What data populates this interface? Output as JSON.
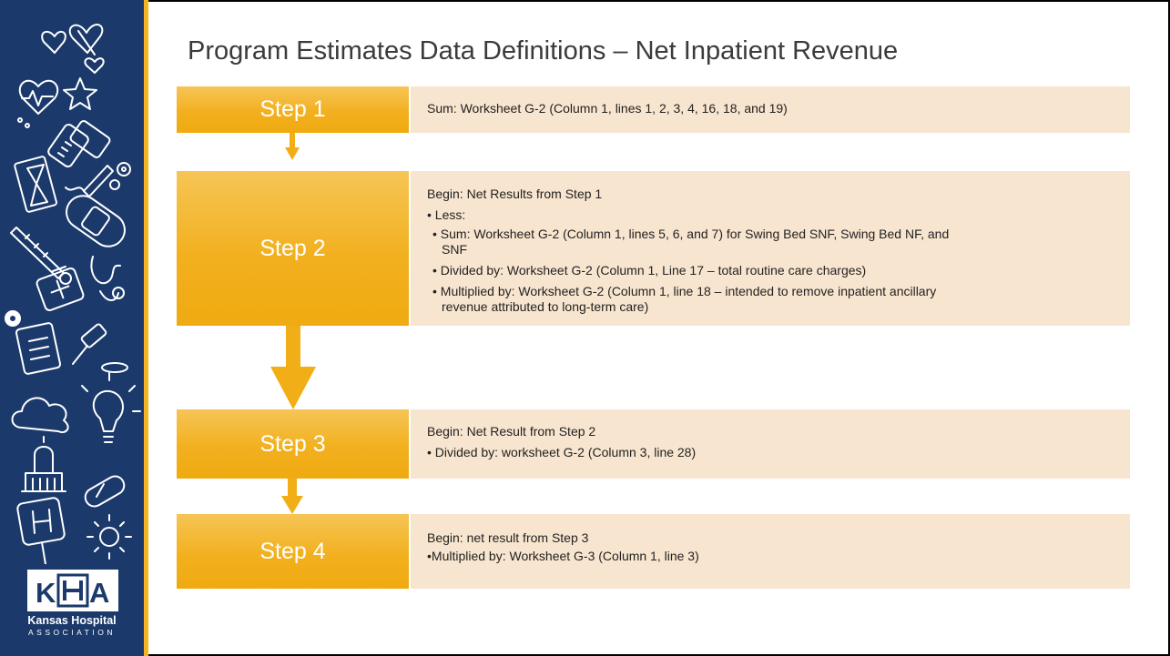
{
  "title": "Program Estimates Data Definitions – Net Inpatient Revenue",
  "organization": {
    "logo_letters": "KHA",
    "name": "Kansas Hospital",
    "subname": "ASSOCIATION"
  },
  "colors": {
    "sidebar_navy": "#1b3a6b",
    "accent_gold": "#f3b622",
    "step_gold": "#f2b01f",
    "description_bg": "#f8e5cf"
  },
  "steps": [
    {
      "label": "Step 1",
      "lines": [
        "Sum:  Worksheet G-2 (Column 1, lines 1, 2, 3, 4, 16, 18, and 19)"
      ]
    },
    {
      "label": "Step 2",
      "lines": [
        "Begin:  Net Results from Step 1",
        "• Less:",
        "• Sum: Worksheet G-2 (Column 1, lines 5, 6, and 7) for Swing Bed SNF, Swing Bed NF, and",
        "SNF",
        "• Divided by:  Worksheet G-2 (Column 1, Line 17 – total routine care charges)",
        "• Multiplied by:  Worksheet G-2 (Column 1, line 18 – intended to remove inpatient ancillary",
        "revenue attributed to long-term care)"
      ]
    },
    {
      "label": "Step 3",
      "lines": [
        "Begin:  Net Result from Step 2",
        "• Divided by:  worksheet G-2 (Column 3, line 28)"
      ]
    },
    {
      "label": "Step 4",
      "lines": [
        "Begin:  net result from Step 3",
        "•Multiplied by:  Worksheet G-3 (Column 1, line 3)"
      ]
    }
  ],
  "sidebar_icons": [
    "hearts-icon",
    "heartbeat-heart-icon",
    "star-icon",
    "card-reader-icon",
    "hourglass-icon",
    "pen-icon",
    "gears-icon",
    "bandage-icon",
    "thermometer-icon",
    "first-aid-kit-icon",
    "stethoscope-icon",
    "pill-icon",
    "clipboard-icon",
    "gavel-icon",
    "cloud-icon",
    "lightbulb-icon",
    "capitol-building-icon",
    "hospital-sign-icon",
    "capsule-icon",
    "sun-icon"
  ]
}
